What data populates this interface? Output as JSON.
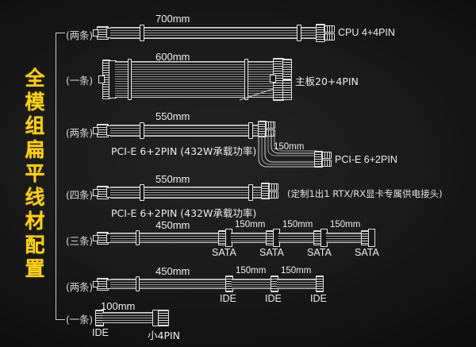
{
  "title_vertical": [
    "全",
    "模",
    "组",
    "扁",
    "平",
    "线",
    "材",
    "配",
    "置"
  ],
  "colors": {
    "accent": "#ffd21e",
    "line": "#e4e4e4",
    "bg": "#111111"
  },
  "rows": [
    {
      "count_label": "(两条)",
      "length": "700mm",
      "end_connector": "CPU 4+4PIN"
    },
    {
      "count_label": "(一条)",
      "length": "600mm",
      "end_connector": "主板20+4PIN"
    },
    {
      "count_label": "(两条)",
      "length": "550mm",
      "under_label": "PCI-E 6+2PIN (432W承载功率)",
      "branch_length": "150mm",
      "branch_connector": "PCI-E 6+2PIN"
    },
    {
      "count_label": "(四条)",
      "length": "550mm",
      "under_label": "PCI-E 6+2PIN (432W承载功率)",
      "note": "(定制1出1 RTX/RX显卡专属供电接头)"
    },
    {
      "count_label": "(三条)",
      "length": "450mm",
      "segments": [
        "150mm",
        "150mm",
        "150mm"
      ],
      "connectors": [
        "SATA",
        "SATA",
        "SATA",
        "SATA"
      ]
    },
    {
      "count_label": "(两条)",
      "length": "450mm",
      "segments": [
        "150mm",
        "150mm"
      ],
      "connectors": [
        "IDE",
        "IDE",
        "IDE"
      ]
    },
    {
      "count_label": "(一条)",
      "length": "100mm",
      "connectors": [
        "IDE",
        "小4PIN"
      ]
    }
  ]
}
